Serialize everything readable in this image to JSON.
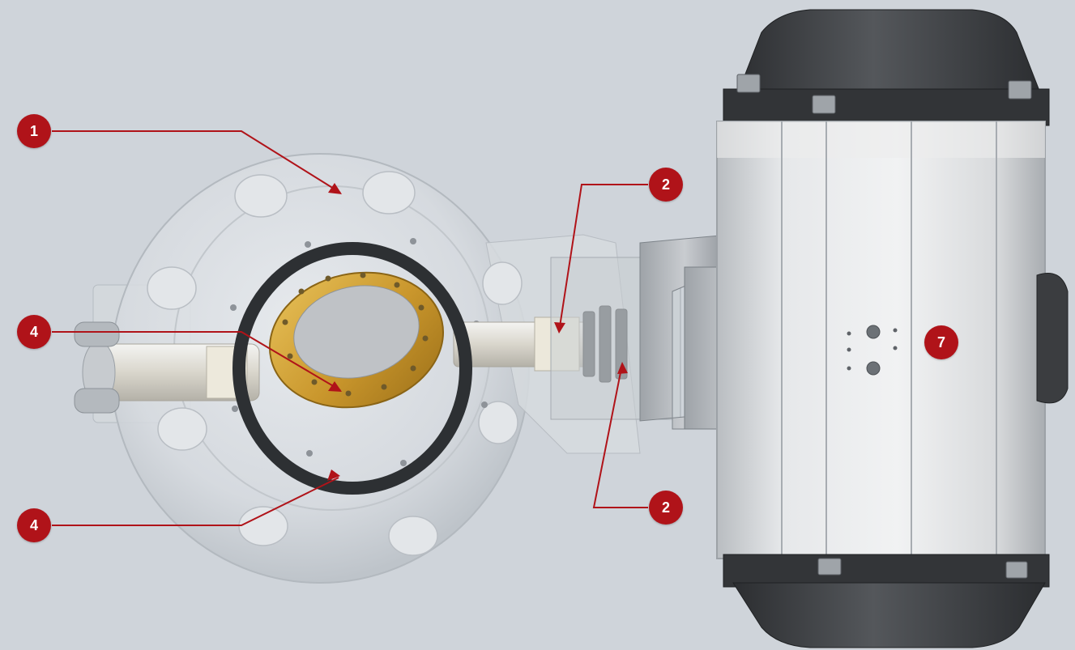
{
  "colors": {
    "background": "#cfd4da",
    "callout": "#b01319",
    "callout_text": "#ffffff",
    "leader_line": "#b01319",
    "disc_gold": "#d2a43a",
    "actuator_cap": "#3d3f42",
    "actuator_body": "#dfe1e3"
  },
  "callouts": [
    {
      "id": "c1",
      "label": "1",
      "part": "valve-body"
    },
    {
      "id": "c2a",
      "label": "2",
      "part": "shaft-bearing-upper"
    },
    {
      "id": "c2b",
      "label": "2",
      "part": "shaft-bearing-lower"
    },
    {
      "id": "c4a",
      "label": "4",
      "part": "disc"
    },
    {
      "id": "c4b",
      "label": "4",
      "part": "seat-ring"
    },
    {
      "id": "c7",
      "label": "7",
      "part": "pneumatic-actuator"
    }
  ]
}
